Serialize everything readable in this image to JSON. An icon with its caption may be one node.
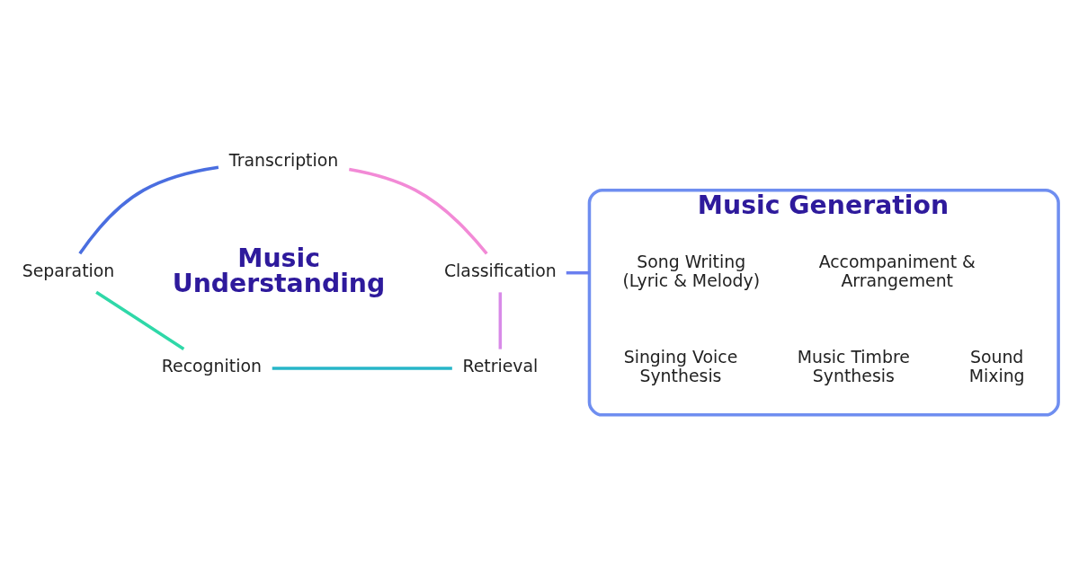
{
  "diagram": {
    "nodes": [
      {
        "text": [
          "Transcription"
        ]
      },
      {
        "text": [
          "Separation"
        ]
      },
      {
        "text": [
          "Classification"
        ]
      },
      {
        "text": [
          "Recognition"
        ]
      },
      {
        "text": [
          "Retrieval"
        ]
      },
      {
        "text": [
          "Music Generation"
        ]
      },
      {
        "text": [
          "Song Writing (Lyric & Melody)"
        ],
        "in": 5
      },
      {
        "text": [
          "Accompaniment & Arrangement"
        ],
        "in": 5
      },
      {
        "text": [
          "Singing Voice Synthesis"
        ],
        "in": 5
      },
      {
        "text": [
          "Music Timbre Synthesis"
        ],
        "in": 5
      },
      {
        "text": [
          "Sound Mixing"
        ],
        "in": 5
      }
    ],
    "edges": [
      {
        "from": 0,
        "to": 1,
        "arrow": "none",
        "color": "#4a6ee0"
      },
      {
        "from": 0,
        "to": 2,
        "arrow": "none",
        "color": "#f28ad6"
      },
      {
        "from": 1,
        "to": 3,
        "arrow": "none",
        "color": "#2fd8a8"
      },
      {
        "from": 2,
        "to": 4,
        "arrow": "none",
        "color": "#d88ae8"
      },
      {
        "from": 3,
        "to": 4,
        "arrow": "none",
        "color": "#27b6c8"
      },
      {
        "from": 2,
        "to": 5,
        "arrow": "none",
        "color": "#6a7ff0"
      }
    ],
    "labels": [
      "Music Understanding"
    ]
  }
}
